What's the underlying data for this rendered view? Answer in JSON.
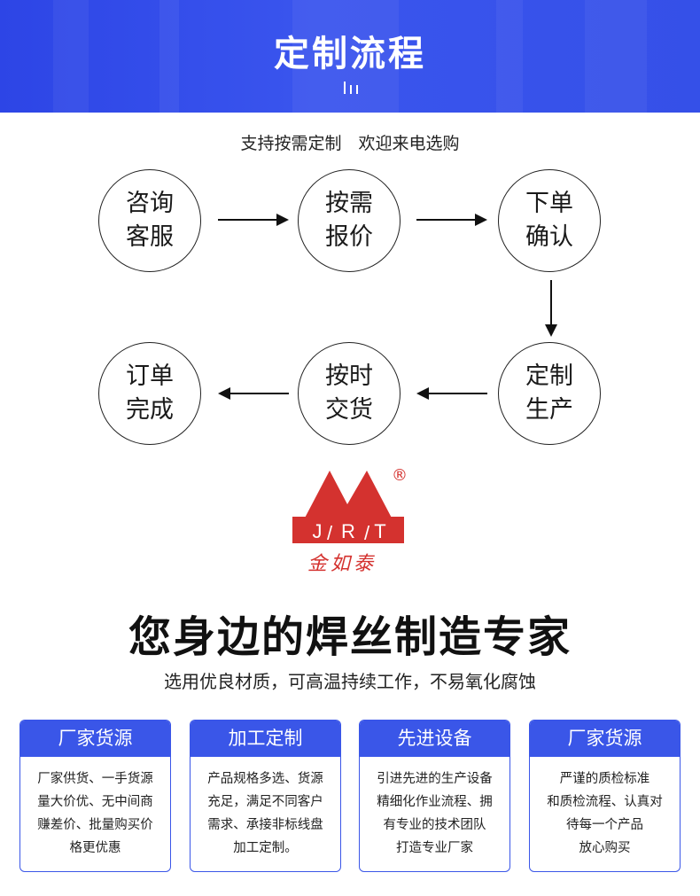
{
  "banner": {
    "title": "定制流程"
  },
  "subtitle": "支持按需定制　欢迎来电选购",
  "flow": {
    "steps": [
      {
        "line1": "咨询",
        "line2": "客服"
      },
      {
        "line1": "按需",
        "line2": "报价"
      },
      {
        "line1": "下单",
        "line2": "确认"
      },
      {
        "line1": "定制",
        "line2": "生产"
      },
      {
        "line1": "按时",
        "line2": "交货"
      },
      {
        "line1": "订单",
        "line2": "完成"
      }
    ]
  },
  "brand": {
    "logo_letters": [
      "J",
      "R",
      "T"
    ],
    "registered": "®",
    "name_cn": "金如泰",
    "color": "#d4322f"
  },
  "headline": "您身边的焊丝制造专家",
  "tagline": "选用优良材质，可高温持续工作，不易氧化腐蚀",
  "cards": [
    {
      "title": "厂家货源",
      "body": "厂家供货、一手货源\n量大价优、无中间商\n赚差价、批量购买价\n格更优惠"
    },
    {
      "title": "加工定制",
      "body": "产品规格多选、货源\n充足，满足不同客户\n需求、承接非标线盘\n加工定制。"
    },
    {
      "title": "先进设备",
      "body": "引进先进的生产设备\n精细化作业流程、拥\n有专业的技术团队\n打造专业厂家"
    },
    {
      "title": "厂家货源",
      "body": "严谨的质检标准\n和质检流程、认真对\n待每一个产品\n放心购买"
    }
  ],
  "colors": {
    "banner_blue": "#3550e8",
    "card_blue": "#3a56e8",
    "logo_red": "#d4322f"
  }
}
